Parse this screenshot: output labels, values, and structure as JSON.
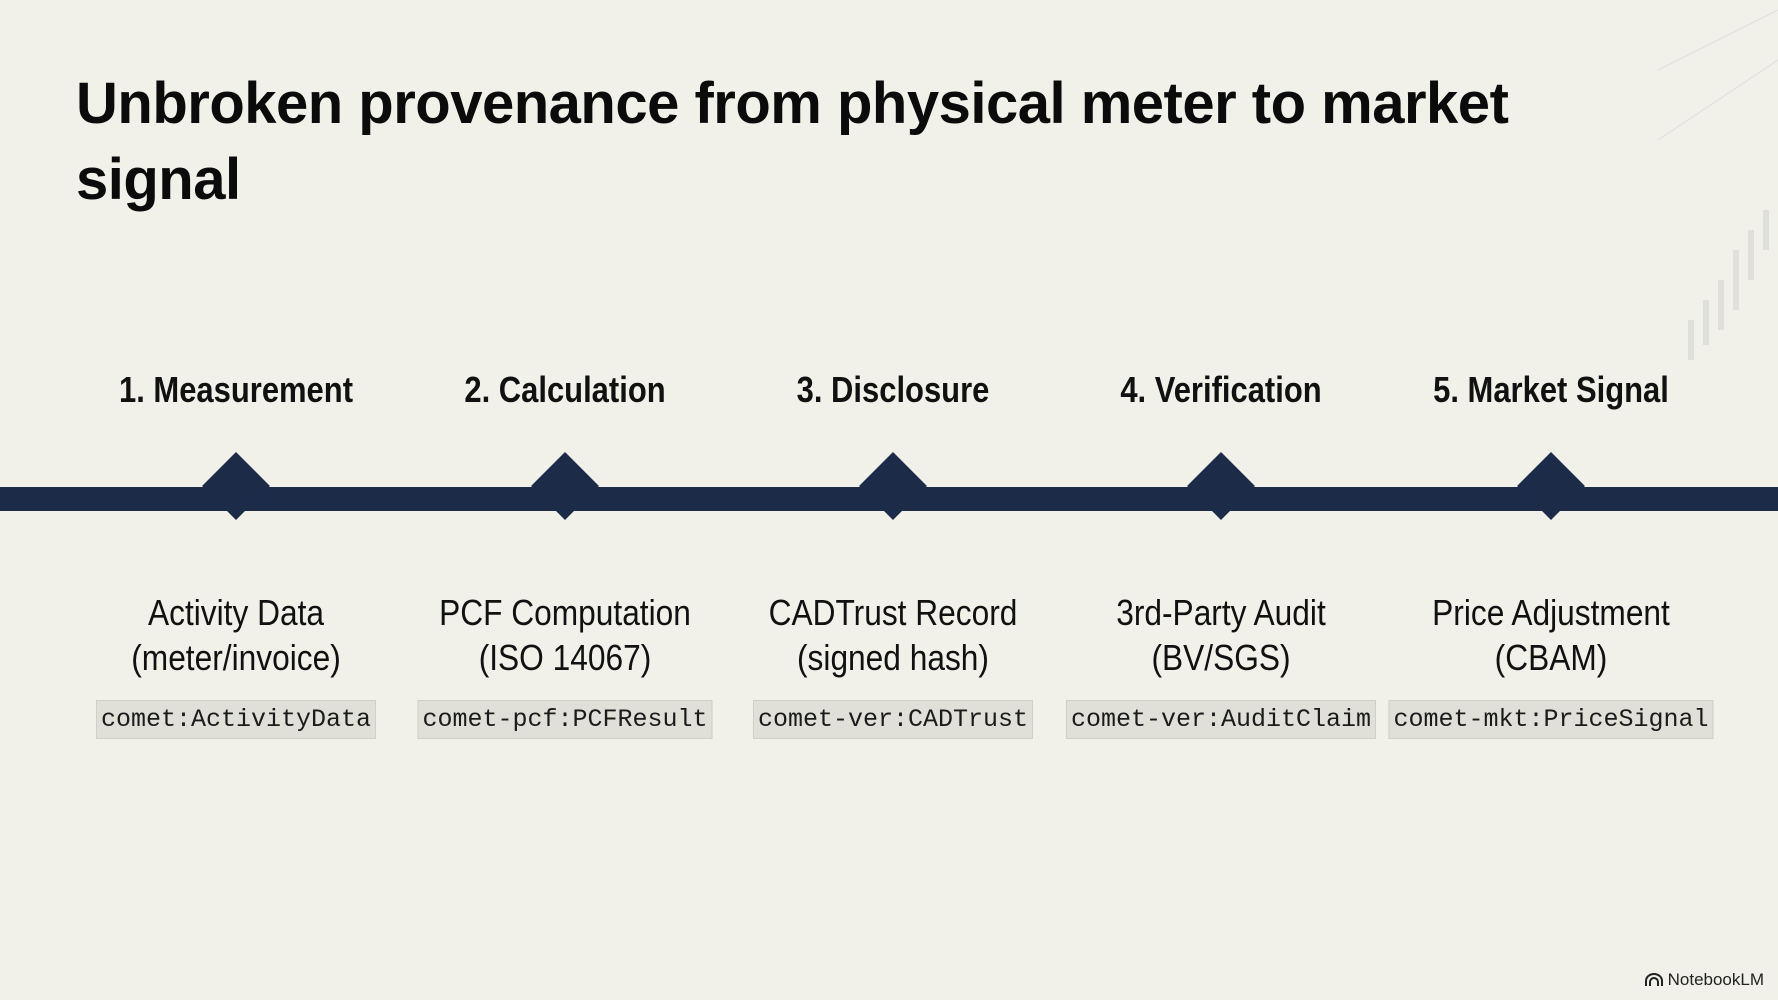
{
  "slide": {
    "title": "Unbroken provenance from physical meter to market signal"
  },
  "steps": [
    {
      "label": "1. Measurement",
      "desc_line1": "Activity Data",
      "desc_line2": "(meter/invoice)",
      "code": "comet:ActivityData"
    },
    {
      "label": "2. Calculation",
      "desc_line1": "PCF Computation",
      "desc_line2": "(ISO 14067)",
      "code": "comet-pcf:PCFResult"
    },
    {
      "label": "3. Disclosure",
      "desc_line1": "CADTrust Record",
      "desc_line2": "(signed hash)",
      "code": "comet-ver:CADTrust"
    },
    {
      "label": "4. Verification",
      "desc_line1": "3rd-Party Audit",
      "desc_line2": "(BV/SGS)",
      "code": "comet-ver:AuditClaim"
    },
    {
      "label": "5. Market Signal",
      "desc_line1": "Price Adjustment",
      "desc_line2": "(CBAM)",
      "code": "comet-mkt:PriceSignal"
    }
  ],
  "colors": {
    "background": "#f1f1ea",
    "timeline": "#1b2b48",
    "code_bg": "#e0e0d8"
  },
  "footer": {
    "brand": "NotebookLM",
    "brand_icon": "notebooklm-logo-icon"
  }
}
